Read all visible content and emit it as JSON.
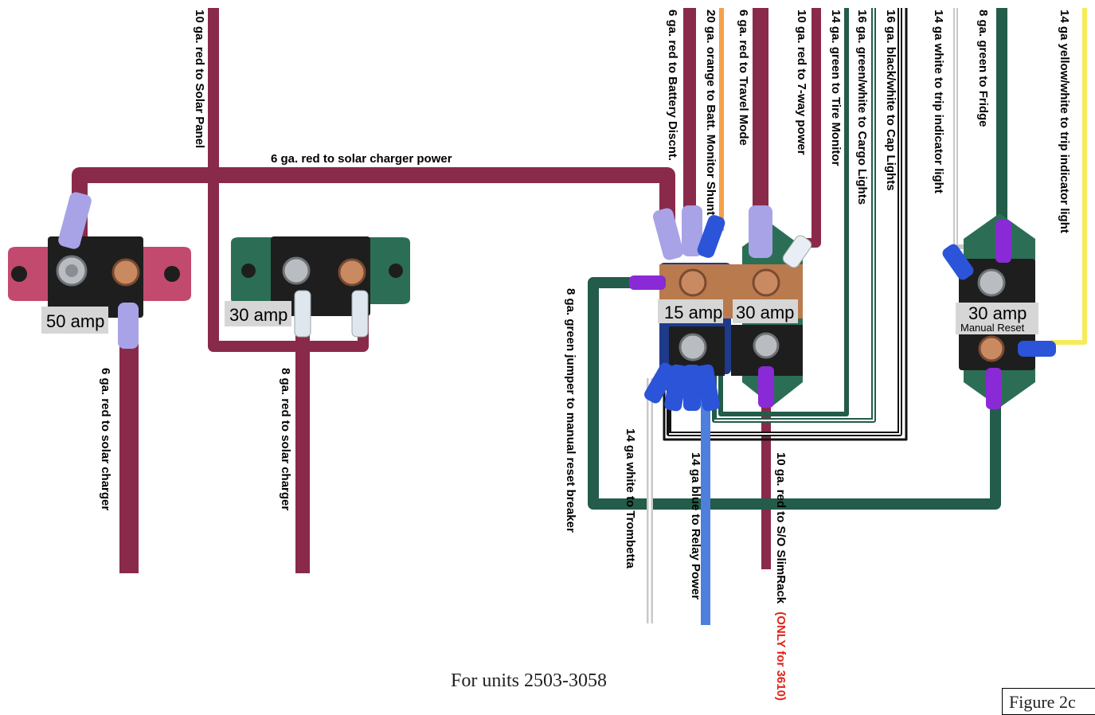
{
  "colors": {
    "red_wire": "#8a2a4a",
    "green_wire": "#235c4a",
    "orange_wire": "#f5a04a",
    "blue_wire": "#4f7fdc",
    "yellow_wire": "#f6ec5a",
    "white_wire": "#c8c8c8",
    "black_wire": "#111111",
    "breaker_red": "#c24a6e",
    "breaker_green": "#2c6e55",
    "breaker_black": "#1e1e1e",
    "bus_copper": "#b97a4e"
  },
  "breakers": {
    "b50": {
      "label": "50 amp"
    },
    "b30_left": {
      "label": "30 amp"
    },
    "b15": {
      "label": "15 amp"
    },
    "b30_mid": {
      "label": "30 amp"
    },
    "b30_right": {
      "label": "30 amp",
      "sublabel": "Manual Reset"
    }
  },
  "wire_labels": {
    "solar_panel": "10 ga. red to Solar Panel",
    "solar_charger_power": "6 ga. red to solar charger power",
    "solar_charger_6": "6 ga. red to solar charger",
    "solar_charger_8": "8 ga. red to solar charger",
    "green_jumper": "8 ga. green jumper to manual reset breaker",
    "battery_discnt": "6 ga. red to Battery Discnt.",
    "batt_monitor": "20 ga. orange to Batt. Monitor Shunt",
    "travel_mode": "6 ga. red to Travel Mode",
    "seven_way": "10 ga. red to 7-way power",
    "tire_monitor": "14 ga. green to Tire Monitor",
    "cargo_lights": "16 ga. green/white to Cargo Lights",
    "cap_lights": "16 ga. black/white to Cap Lights",
    "trip_white": "14 ga white to trip indicator light",
    "fridge": "8 ga. green to Fridge",
    "trip_yellow": "14 ga yellow/white to trip indicator light",
    "trombetta": "14 ga white to Trombetta",
    "relay_power": "14 ga blue to Relay Power",
    "slimrack": "10 ga. red to S/O SlimRack",
    "slimrack_note": "(ONLY for 3610)"
  },
  "footer": "For units 2503-3058",
  "figure_label": "Figure 2c"
}
